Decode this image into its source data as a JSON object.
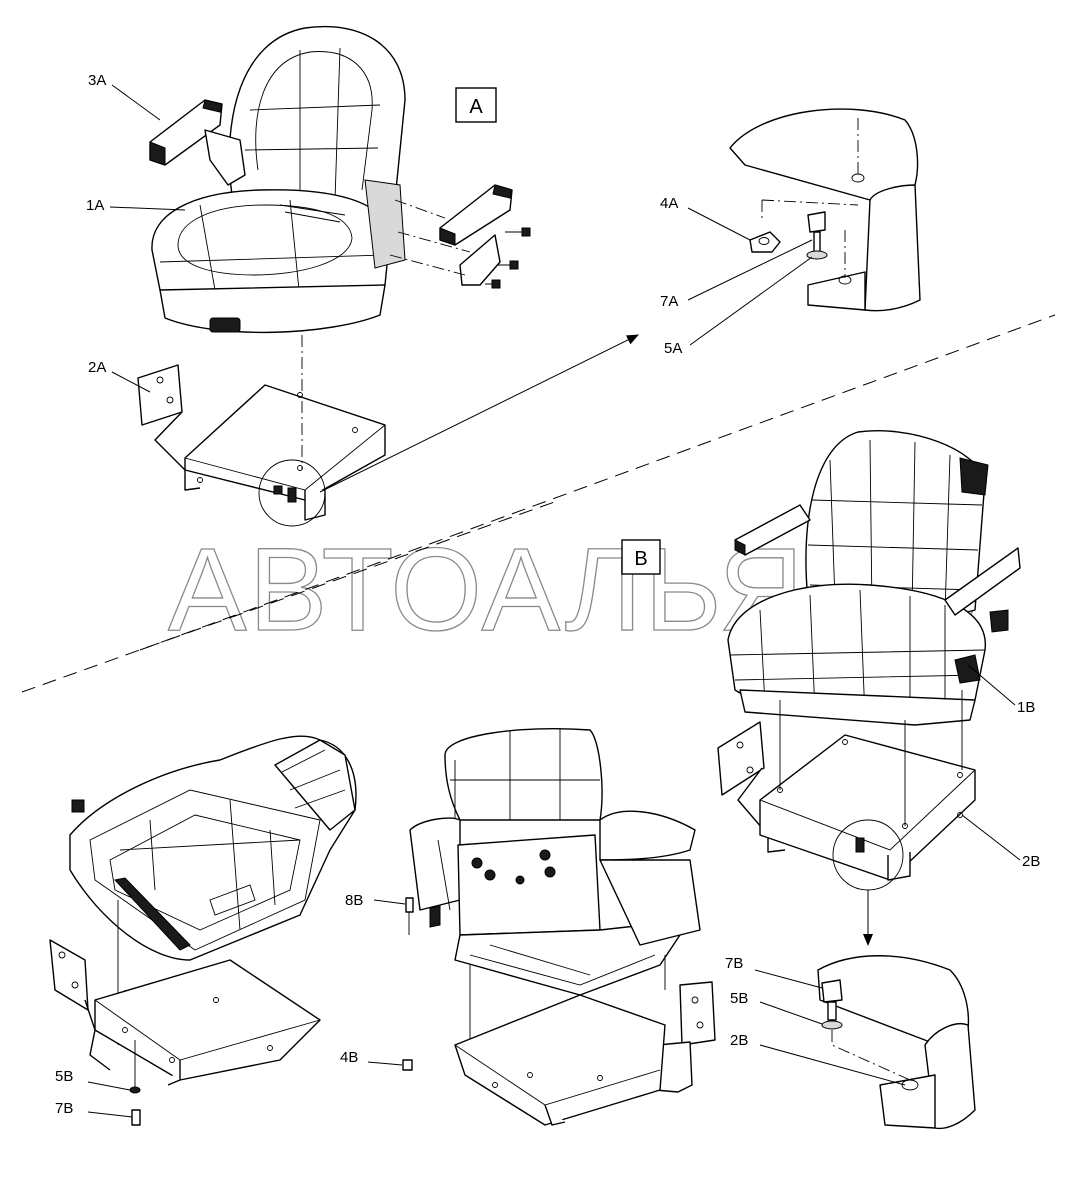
{
  "views": {
    "a": {
      "box_label": "A"
    },
    "b": {
      "box_label": "B"
    }
  },
  "callouts": {
    "c_3a": "3A",
    "c_1a": "1A",
    "c_2a": "2A",
    "c_4a": "4A",
    "c_7a": "7A",
    "c_5a": "5A",
    "c_1b": "1B",
    "c_2b_main": "2B",
    "c_8b": "8B",
    "c_4b": "4B",
    "c_5b_left": "5B",
    "c_7b_left": "7B",
    "c_7b_detail": "7B",
    "c_5b_detail": "5B",
    "c_2b_detail": "2B"
  },
  "watermark": {
    "text": "АВТОАЛЬЯНС"
  },
  "colors": {
    "line": "#000000",
    "watermark": "#8a8a8a",
    "background": "#ffffff"
  }
}
